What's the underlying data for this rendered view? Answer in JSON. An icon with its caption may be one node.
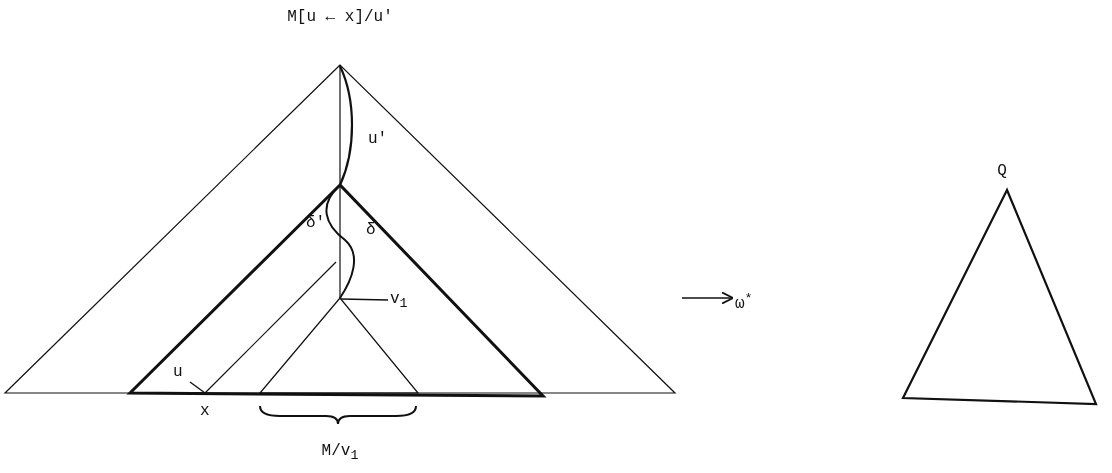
{
  "diagram": {
    "nodes": [
      {
        "text": [
          "M[u ← x]/u'"
        ]
      },
      {
        "text": [],
        "shape": "triangle",
        "in": 0
      },
      {
        "text": [
          "M/v$_{1}$"
        ],
        "in": 1
      },
      {
        "text": [
          "u"
        ],
        "in": 1
      },
      {
        "text": [
          "v$_{1}$"
        ],
        "in": 1
      },
      {
        "text": [
          "ω$^{*}$"
        ]
      },
      {
        "text": [
          "Q"
        ]
      }
    ],
    "edges": [
      {
        "from": 3,
        "to": 1,
        "arrow": "none"
      },
      {
        "from": 4,
        "to": 2,
        "arrow": "none"
      },
      {
        "from": null,
        "to": 5,
        "arrow": "to"
      }
    ],
    "labels": [
      "u'",
      "δ'",
      "δ",
      "x"
    ]
  }
}
